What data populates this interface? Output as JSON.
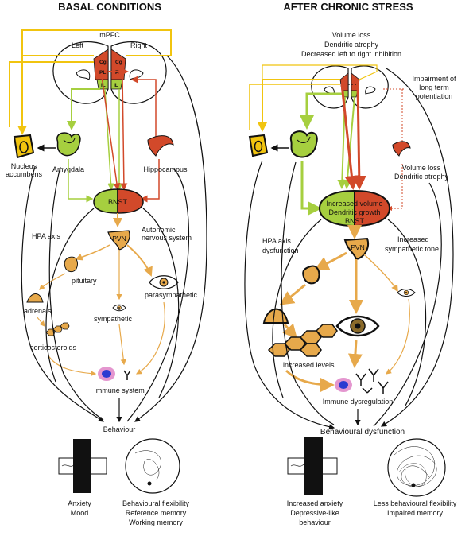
{
  "colors": {
    "red": "#d2492a",
    "green": "#a6cf3f",
    "yellow": "#f1c40f",
    "orange": "#e7a94b",
    "dark": "#111111",
    "immune_cell": "#e496cf",
    "nucleus": "#2b3bd1"
  },
  "left": {
    "title": "BASAL CONDITIONS",
    "mpfc": "mPFC",
    "left_label": "Left",
    "right_label": "Right",
    "cg": "Cg",
    "pl": "PL",
    "il": "IL",
    "nucleus_accumbens": [
      "Nucleus",
      "accumbens"
    ],
    "amygdala": "Amygdala",
    "hippocampus": "Hippocampus",
    "bnst": "BNST",
    "hpa_axis": "HPA axis",
    "autonomic": [
      "Autonomic",
      "nervous system"
    ],
    "pvn": "PVN",
    "pituitary": "pituitary",
    "adrenals": "adrenals",
    "corticosteroids": "corticosteroids",
    "sympathetic": "sympathetic",
    "parasympathetic": "parasympathetic",
    "immune_system": "Immune system",
    "behaviour": "Behaviour",
    "outcome_1": [
      "Anxiety",
      "Mood"
    ],
    "outcome_2": [
      "Behavioural flexibility",
      "Reference memory",
      "Working memory"
    ]
  },
  "right": {
    "title": "AFTER CHRONIC STRESS",
    "pfc_changes": [
      "Volume loss",
      "Dendritic atrophy",
      "Decreased left to right inhibition"
    ],
    "ltp": [
      "Impairment of",
      "long term",
      "potentiation"
    ],
    "hippo_changes": [
      "Volume loss",
      "Dendritic atrophy"
    ],
    "bnst_changes": [
      "Increased volume",
      "Dendritic growth",
      "BNST"
    ],
    "hpa": [
      "HPA axis",
      "dysfunction"
    ],
    "pvn": "PVN",
    "sympathetic_tone": [
      "Increased",
      "sympathetic tone"
    ],
    "increased_levels": "increased levels",
    "immune_dysregulation": "Immune dysregulation",
    "behaviour": "Behavioural dysfunction",
    "outcome_1": [
      "Increased anxiety",
      "Depressive-like",
      "behaviour"
    ],
    "outcome_2": [
      "Less behavioural flexibility",
      "Impaired memory"
    ]
  }
}
